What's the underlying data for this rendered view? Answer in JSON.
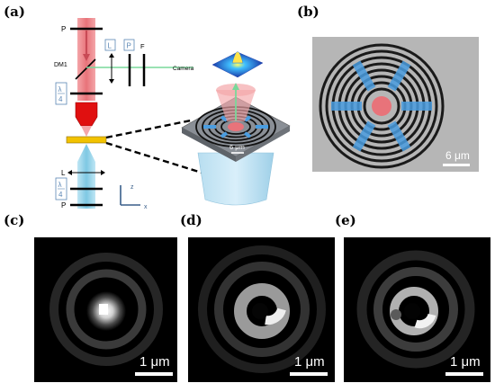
{
  "figure": {
    "panels": [
      {
        "id": "a",
        "label": "(a)"
      },
      {
        "id": "b",
        "label": "(b)"
      },
      {
        "id": "c",
        "label": "(c)"
      },
      {
        "id": "d",
        "label": "(d)"
      },
      {
        "id": "e",
        "label": "(e)"
      }
    ],
    "setup": {
      "labels": {
        "p_top": "P",
        "dm1": "DM1",
        "l": "L",
        "p_box": "P",
        "f": "F",
        "camera": "Camera",
        "quarter_top_num": "λ",
        "quarter_top_den": "4",
        "quarter_bot_num": "λ",
        "quarter_bot_den": "4",
        "l_bottom": "L",
        "p_bottom": "P",
        "axis_z": "z",
        "axis_x": "x",
        "inset_scale": "6 μm"
      }
    },
    "sem": {
      "scale_label": "6 μm"
    },
    "intensity_maps": {
      "c": {
        "scale_label": "1 μm"
      },
      "d": {
        "scale_label": "1 μm"
      },
      "e": {
        "scale_label": "1 μm"
      }
    },
    "colors": {
      "laser_red": "#e8737a",
      "objective_red": "#e01010",
      "probe_blue": "#7ec8e3",
      "sample_yellow": "#f2c200",
      "beam_green": "#79d89a",
      "label_box": "#5b87b5"
    }
  }
}
